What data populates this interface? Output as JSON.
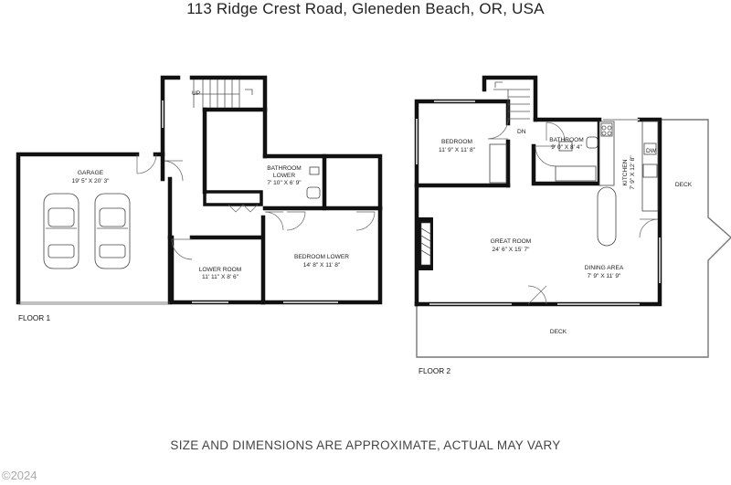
{
  "header": {
    "address": "113 Ridge Crest Road, Gleneden Beach, OR, USA"
  },
  "footer": {
    "disclaimer": "SIZE AND DIMENSIONS ARE APPROXIMATE, ACTUAL MAY VARY",
    "copyright": "©2024"
  },
  "floor1": {
    "label": "FLOOR 1",
    "stairs_up": "UP",
    "rooms": [
      {
        "name": "GARAGE",
        "dims": "19' 5\" X 20' 3\""
      },
      {
        "name": "BATHROOM",
        "name2": "LOWER",
        "dims": "7' 10\" X 6' 9\""
      },
      {
        "name": "LOWER ROOM",
        "dims": "11' 11\" X 8' 6\""
      },
      {
        "name": "BEDROOM LOWER",
        "dims": "14' 8\" X 11' 8\""
      }
    ]
  },
  "floor2": {
    "label": "FLOOR 2",
    "stairs_down": "DN",
    "dishwasher": "DW",
    "rooms": [
      {
        "name": "BEDROOM",
        "dims": "11' 9\" X 11' 8\""
      },
      {
        "name": "BATHROOM",
        "dims": "9' 0\" X 8' 4\""
      },
      {
        "name": "KITCHEN",
        "dims": "7' 9\" X 12' 8\""
      },
      {
        "name": "GREAT ROOM",
        "dims": "24' 6\" X 15' 7\""
      },
      {
        "name": "DINING AREA",
        "dims": "7' 9\" X 11' 9\""
      },
      {
        "name": "DECK"
      },
      {
        "name": "DECK"
      }
    ]
  }
}
